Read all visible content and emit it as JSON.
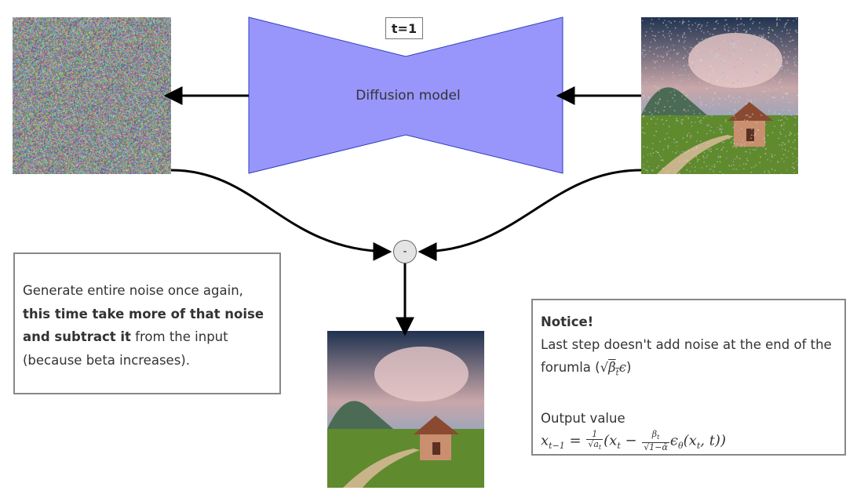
{
  "diagram": {
    "timestep_label": "t=1",
    "model_label": "Diffusion model",
    "subtract_symbol": "-",
    "colors": {
      "model_fill": "#9896fb",
      "model_stroke": "#2c3fbf",
      "arrow": "#000000",
      "node_fill": "#e4e4e4"
    }
  },
  "images": {
    "noise": "pure-noise-image",
    "input": "noisy-landscape-house-image",
    "output": "clean-landscape-house-image"
  },
  "left_note": {
    "text_before": "Generate entire noise once again, ",
    "bold_text": "this time take more of that noise and subtract it",
    "text_after": " from the input (because beta increases)."
  },
  "right_note": {
    "title": "Notice!",
    "line1": "Last step doesn't add noise at the end of the",
    "line2_prefix": "forumla (",
    "line2_suffix": ")",
    "output_label": "Output value"
  }
}
